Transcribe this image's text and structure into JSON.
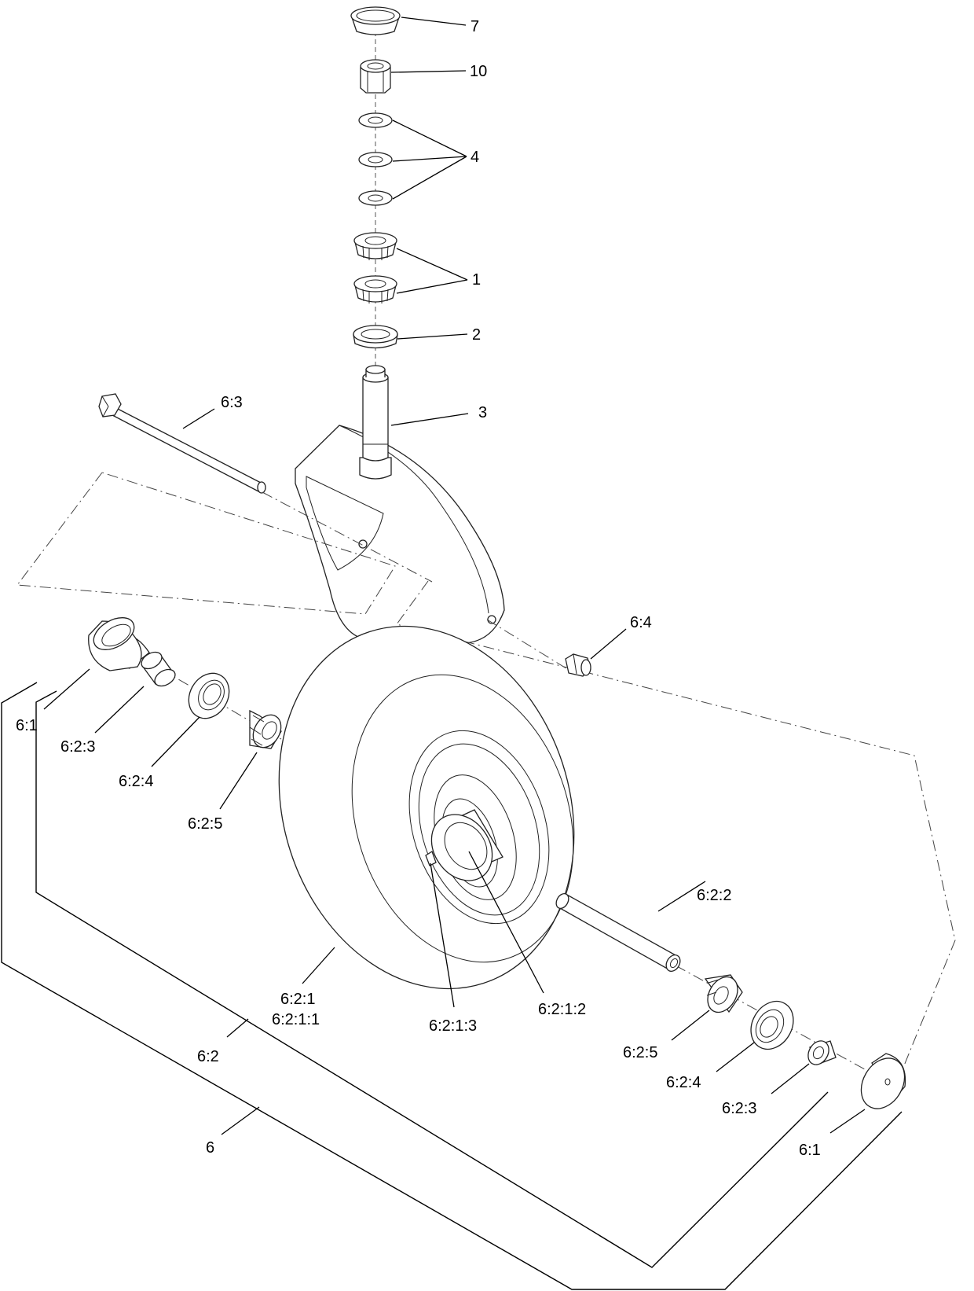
{
  "callouts": {
    "c7": "7",
    "c10": "10",
    "c4": "4",
    "c1": "1",
    "c2": "2",
    "c3": "3",
    "c6_3": "6:3",
    "c6_4": "6:4",
    "c6_1_left": "6:1",
    "c6_2_3_left": "6:2:3",
    "c6_2_4_left": "6:2:4",
    "c6_2_5_left": "6:2:5",
    "c6_2_2": "6:2:2",
    "c6_2_1": "6:2:1",
    "c6_2_1_1": "6:2:1:1",
    "c6_2_1_3": "6:2:1:3",
    "c6_2_1_2": "6:2:1:2",
    "c6_2_5_right": "6:2:5",
    "c6_2_4_right": "6:2:4",
    "c6_2_3_right": "6:2:3",
    "c6_1_right": "6:1",
    "c6_2": "6:2",
    "c6": "6"
  }
}
